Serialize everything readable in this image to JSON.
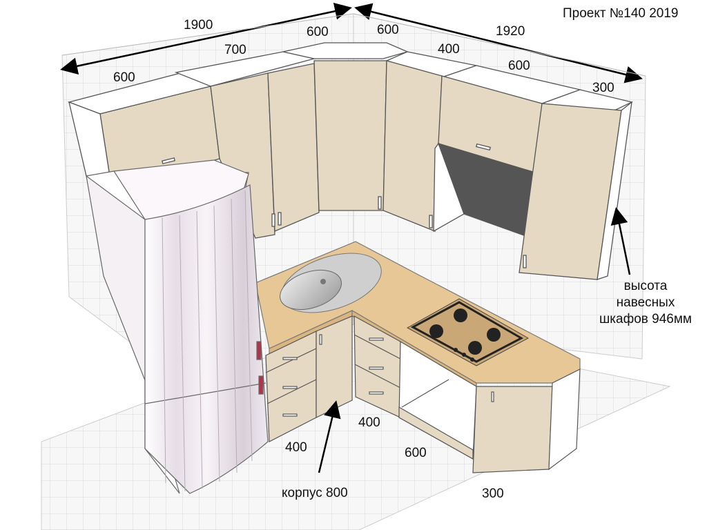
{
  "project_title": "Проект №140 2019",
  "dimensions": {
    "left_total": "1900",
    "right_total": "1920",
    "left_wall_cabinet_1": "600",
    "left_wall_cabinet_2": "700",
    "left_corner": "600",
    "right_corner": "600",
    "right_wall_cabinet_1": "400",
    "right_wall_cabinet_2": "600",
    "right_wall_cabinet_3": "300",
    "base_sink_width": "400",
    "base_corner_drawers": "400",
    "base_oven": "600",
    "base_end": "300"
  },
  "annotations": {
    "wall_cabinet_height": "высота навесных шкафов 946мм",
    "sink_base": "корпус 800"
  },
  "colors": {
    "cabinet_facade": "#e6d9c4",
    "countertop": "#e7c796",
    "tiles": "#eeeeee",
    "hood_glass": "#555555",
    "fridge": "#f3eef3"
  }
}
